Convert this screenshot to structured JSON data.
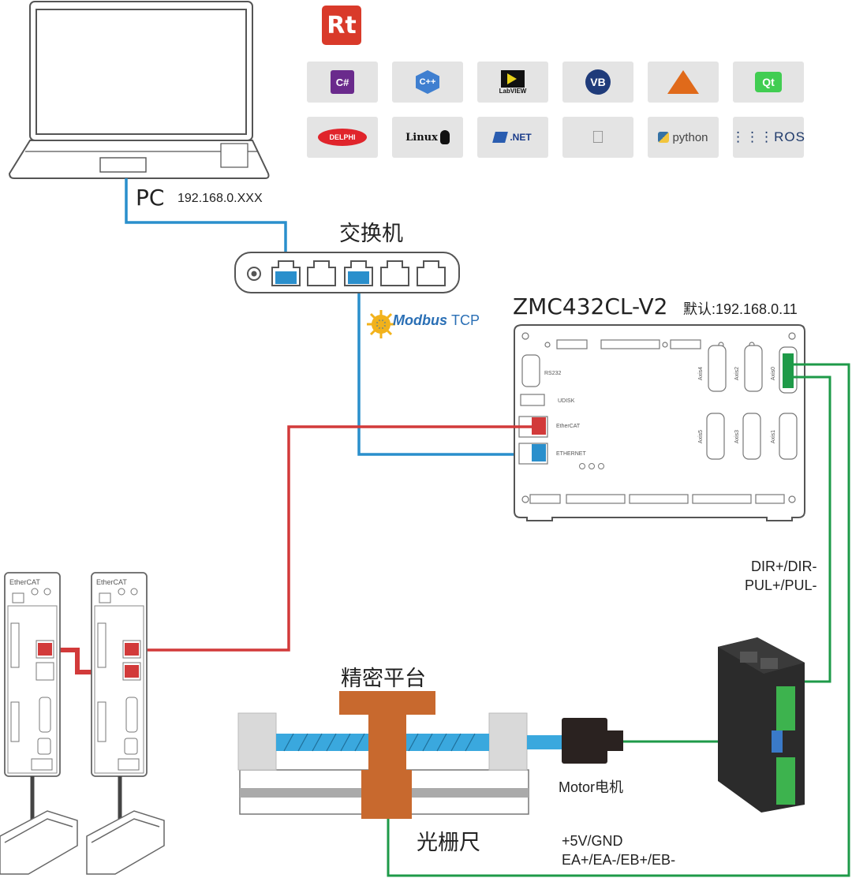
{
  "labels": {
    "pc": "PC",
    "pc_ip": "192.168.0.XXX",
    "switch": "交换机",
    "controller_model": "ZMC432CL-V2",
    "controller_default_ip": "默认:192.168.0.11",
    "modbus_main": "Modbus",
    "modbus_suffix": "TCP",
    "dir_signal": "DIR+/DIR-",
    "pul_signal": "PUL+/PUL-",
    "platform": "精密平台",
    "grating": "光栅尺",
    "motor": "Motor电机",
    "encoder_power": "+5V/GND",
    "encoder_signal": "EA+/EA-/EB+/EB-",
    "rt_logo": "Rt"
  },
  "software_tiles": [
    {
      "icon": "csharp-icon",
      "text": "C#"
    },
    {
      "icon": "cpp-icon",
      "text": "C++"
    },
    {
      "icon": "labview-icon",
      "text": "LabVIEW"
    },
    {
      "icon": "vb-icon",
      "text": "VB"
    },
    {
      "icon": "matlab-icon",
      "text": ""
    },
    {
      "icon": "qt-icon",
      "text": "Qt"
    },
    {
      "icon": "delphi-icon",
      "text": "DELPHI"
    },
    {
      "icon": "linux-icon",
      "text": "Linux"
    },
    {
      "icon": "dotnet-icon",
      "text": ".NET"
    },
    {
      "icon": "apple-icon",
      "text": ""
    },
    {
      "icon": "python-icon",
      "text": "python"
    },
    {
      "icon": "ros-icon",
      "text": "ROS"
    }
  ],
  "controller_ports": {
    "rs232": "RS232",
    "udisk": "UDISK",
    "ethercat": "EtherCAT",
    "ethernet": "ETHERNET",
    "axis_right_col": [
      "Axis0",
      "Axis1"
    ],
    "axis_mid_col": [
      "Axis2",
      "Axis3"
    ],
    "axis_left_col": [
      "Axis4",
      "Axis5"
    ]
  },
  "drive_brand": "EtherCAT",
  "colors": {
    "ethernet_cable": "#2a8fcc",
    "ethercat_cable": "#d23a3a",
    "signal_cable": "#1e9a48",
    "platform": "#c8692e",
    "screw_blue": "#3aa8de",
    "motor": "#2a2220",
    "outline": "#555555"
  }
}
